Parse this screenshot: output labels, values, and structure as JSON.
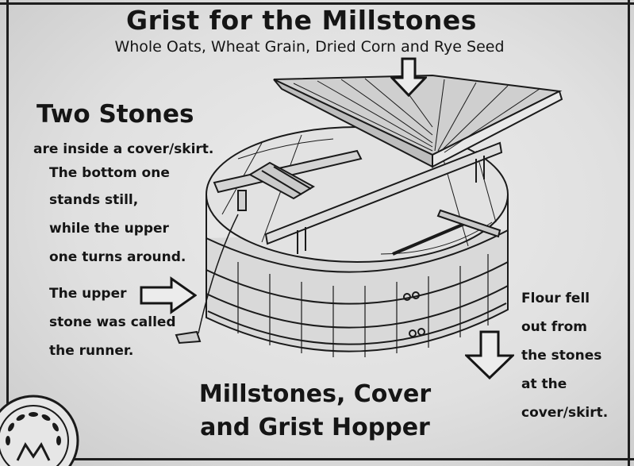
{
  "sign": {
    "title": "Grist for the Millstones",
    "subtitle": "Whole Oats, Wheat Grain, Dried Corn and Rye Seed",
    "heading": "Two Stones",
    "description_lines": [
      "are inside a cover/skirt.",
      "The bottom one",
      "stands still,",
      "while the upper",
      "one turns around."
    ],
    "runner_lines": [
      "The upper",
      "stone was called",
      "the runner."
    ],
    "flour_lines": [
      "Flour fell",
      "out from",
      "the stones",
      "at the",
      "cover/skirt."
    ],
    "caption_lines": [
      "Millstones, Cover",
      "and Grist Hopper"
    ]
  },
  "colors": {
    "ink": "#151515",
    "plaque": "#e6e6e6"
  }
}
